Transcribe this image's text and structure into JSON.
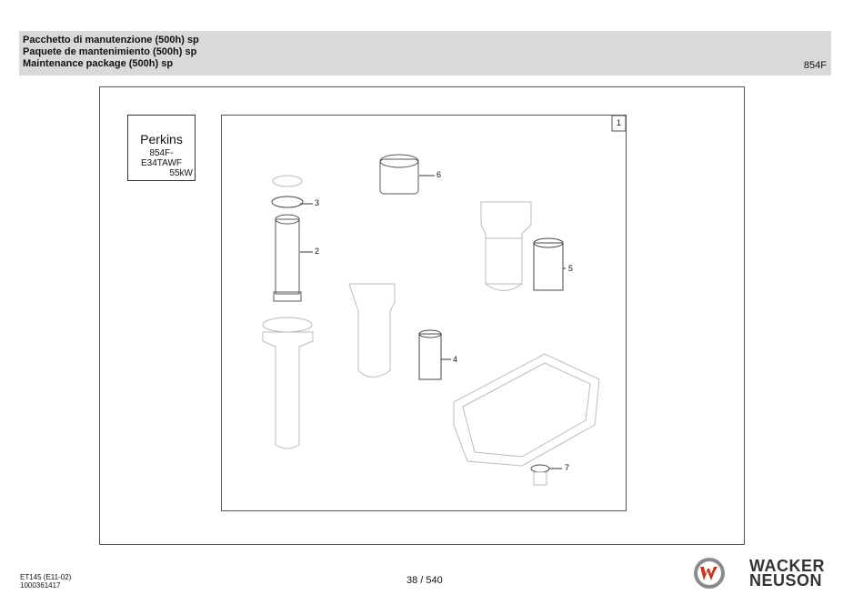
{
  "header": {
    "title_it": "Pacchetto di manutenzione (500h) sp",
    "title_es": "Paquete de mantenimiento (500h) sp",
    "title_en": "Maintenance package (500h) sp",
    "model": "854F"
  },
  "spec_box": {
    "brand": "Perkins",
    "line2": "854F-",
    "line3": "E34TAWF",
    "power": "55kW"
  },
  "drawing": {
    "figure_number": "1",
    "callouts": [
      "2",
      "3",
      "4",
      "5",
      "6",
      "7"
    ]
  },
  "footer": {
    "doc_code": "ET145 (E11-02)",
    "doc_number": "1000361417",
    "page": "38 / 540",
    "brand_line1": "WACKER",
    "brand_line2": "NEUSON"
  }
}
